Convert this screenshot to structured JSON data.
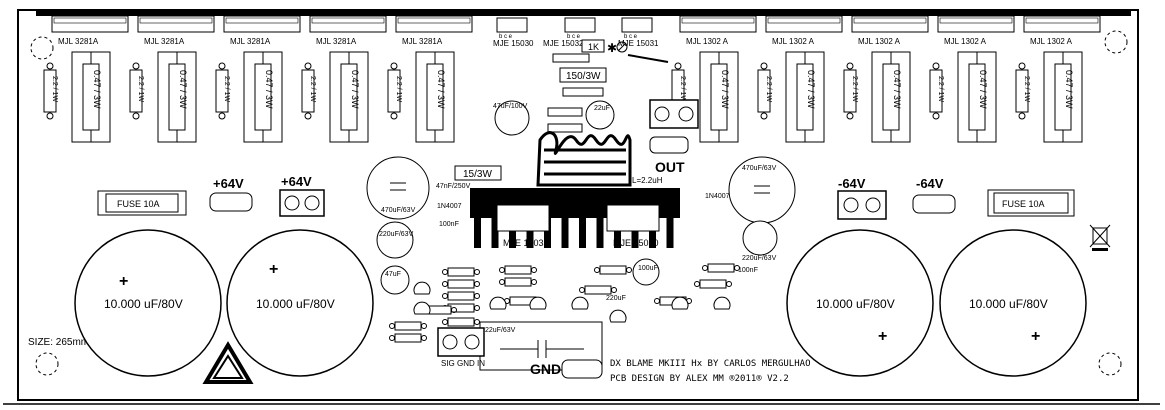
{
  "power_transistors_left": [
    "MJL 3281A",
    "MJL 3281A",
    "MJL 3281A",
    "MJL 3281A",
    "MJL 3281A"
  ],
  "power_transistors_right": [
    "MJL 1302 A",
    "MJL 1302 A",
    "MJL 1302 A",
    "MJL 1302 A",
    "MJL 1302 A"
  ],
  "driver_transistors": [
    "MJE 15030",
    "MJE 15032",
    "MJE 15031"
  ],
  "transistor_pins": "b c e",
  "emitter_resistor_label": "0.47 / 3W",
  "small_resistor_label": "2.2 / 1W",
  "labels": {
    "r_1k": "1K",
    "r_150_3w": "150/3W",
    "r_15_3w": "15/3W",
    "inductor": "L=2.2uH",
    "out": "OUT",
    "plus64_a": "+64V",
    "plus64_b": "+64V",
    "minus64_a": "-64V",
    "minus64_b": "-64V",
    "fuse_left": "FUSE 10A",
    "fuse_right": "FUSE 10A",
    "cap_big": "10.000 uF/80V",
    "cap_470_63": "470uF/63V",
    "cap_470_63_r": "470uF/63V",
    "cap_47_100": "47uF/100V",
    "cap_22uf": "22uF",
    "cap_47nf_250": "47nF/250V",
    "cap_220_63": "220uF/63V",
    "cap_220_63_r": "220uF/63V",
    "cap_47uf": "47uF",
    "cap_100uf": "100uF",
    "cap_220uf": "220uF",
    "cap_100nf": "100nF",
    "cap_22_63": "22uF/63V",
    "diode": "1N4007",
    "mje_15033": "MJE 15033",
    "mje_15030": "MJE 15030",
    "size": "SIZE: 265mm X 87mm",
    "gnd": "GND",
    "sig_gnd_in": "SIG GND IN",
    "title": "DX BLAME MKIII Hx  BY  CARLOS MERGULHAO",
    "credit": "PCB DESIGN BY ALEX MM ®2011® V2.2",
    "plus": "+"
  }
}
